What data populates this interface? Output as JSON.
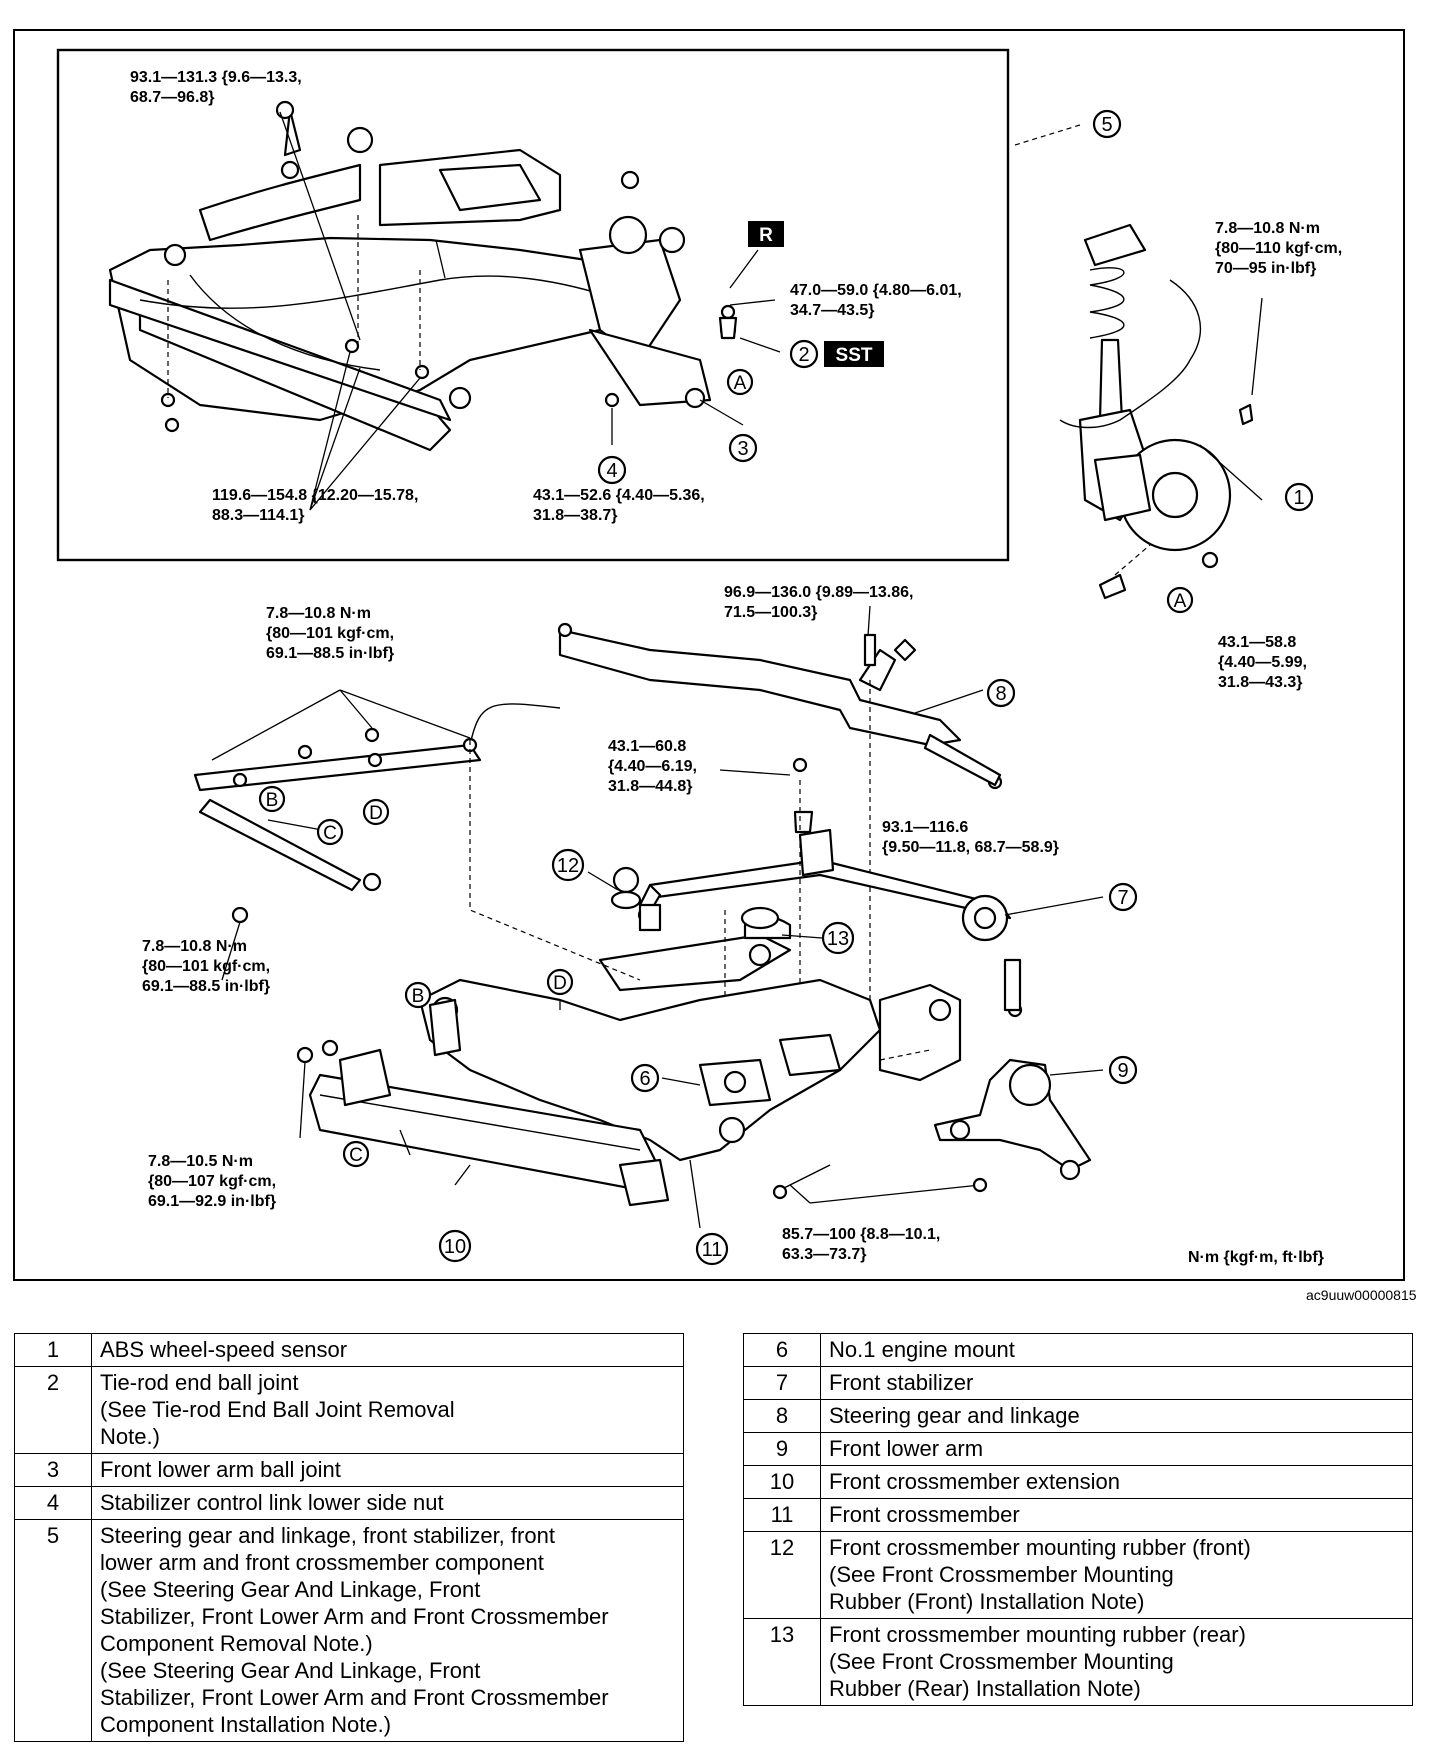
{
  "torque": {
    "t1": "93.1—131.3 {9.6—13.3,\n68.7—96.8}",
    "t2": "119.6—154.8 {12.20—15.78,\n88.3—114.1}",
    "t3": "43.1—52.6 {4.40—5.36,\n31.8—38.7}",
    "t4": "47.0—59.0 {4.80—6.01,\n34.7—43.5}",
    "t5": "7.8—10.8 N·m\n{80—110 kgf·cm,\n70—95 in·lbf}",
    "t6": "43.1—58.8\n{4.40—5.99,\n31.8—43.3}",
    "t7": "7.8—10.8 N·m\n{80—101 kgf·cm,\n69.1—88.5 in·lbf}",
    "t8": "96.9—136.0 {9.89—13.86,\n71.5—100.3}",
    "t9": "43.1—60.8\n{4.40—6.19,\n31.8—44.8}",
    "t10": "93.1—116.6\n{9.50—11.8, 68.7—58.9}",
    "t11": "7.8—10.8 N·m\n{80—101 kgf·cm,\n69.1—88.5 in·lbf}",
    "t12": "7.8—10.5 N·m\n{80—107 kgf·cm,\n69.1—92.9 in·lbf}",
    "t13": "85.7—100 {8.8—10.1,\n63.3—73.7}"
  },
  "tags": {
    "replace": "R",
    "sst": "SST"
  },
  "unit_legend": "N·m {kgf·m, ft·lbf}",
  "figure_code": "ac9uuw00000815",
  "callouts": [
    "1",
    "2",
    "3",
    "4",
    "5",
    "6",
    "7",
    "8",
    "9",
    "10",
    "11",
    "12",
    "13"
  ],
  "letters": {
    "a": "A",
    "b": "B",
    "c": "C",
    "d": "D"
  },
  "parts_left": [
    {
      "no": "1",
      "name": "ABS wheel-speed sensor"
    },
    {
      "no": "2",
      "name": "Tie-rod end ball joint\n(See Tie-rod End Ball Joint Removal\nNote.)"
    },
    {
      "no": "3",
      "name": "Front lower arm ball joint"
    },
    {
      "no": "4",
      "name": "Stabilizer control link lower side nut"
    },
    {
      "no": "5",
      "name": "Steering gear and linkage, front stabilizer, front\nlower arm and front crossmember component\n(See Steering Gear And Linkage, Front\nStabilizer, Front Lower Arm and Front Crossmember\nComponent Removal Note.)\n(See Steering Gear And Linkage, Front\nStabilizer, Front Lower Arm and Front Crossmember\nComponent Installation Note.)"
    }
  ],
  "parts_right": [
    {
      "no": "6",
      "name": "No.1 engine mount"
    },
    {
      "no": "7",
      "name": "Front stabilizer"
    },
    {
      "no": "8",
      "name": "Steering gear and linkage"
    },
    {
      "no": "9",
      "name": "Front lower arm"
    },
    {
      "no": "10",
      "name": "Front crossmember extension"
    },
    {
      "no": "11",
      "name": "Front crossmember"
    },
    {
      "no": "12",
      "name": "Front crossmember mounting rubber (front)\n(See Front Crossmember Mounting\nRubber (Front) Installation Note)"
    },
    {
      "no": "13",
      "name": "Front crossmember mounting rubber (rear)\n(See Front Crossmember Mounting\nRubber (Rear) Installation Note)"
    }
  ]
}
